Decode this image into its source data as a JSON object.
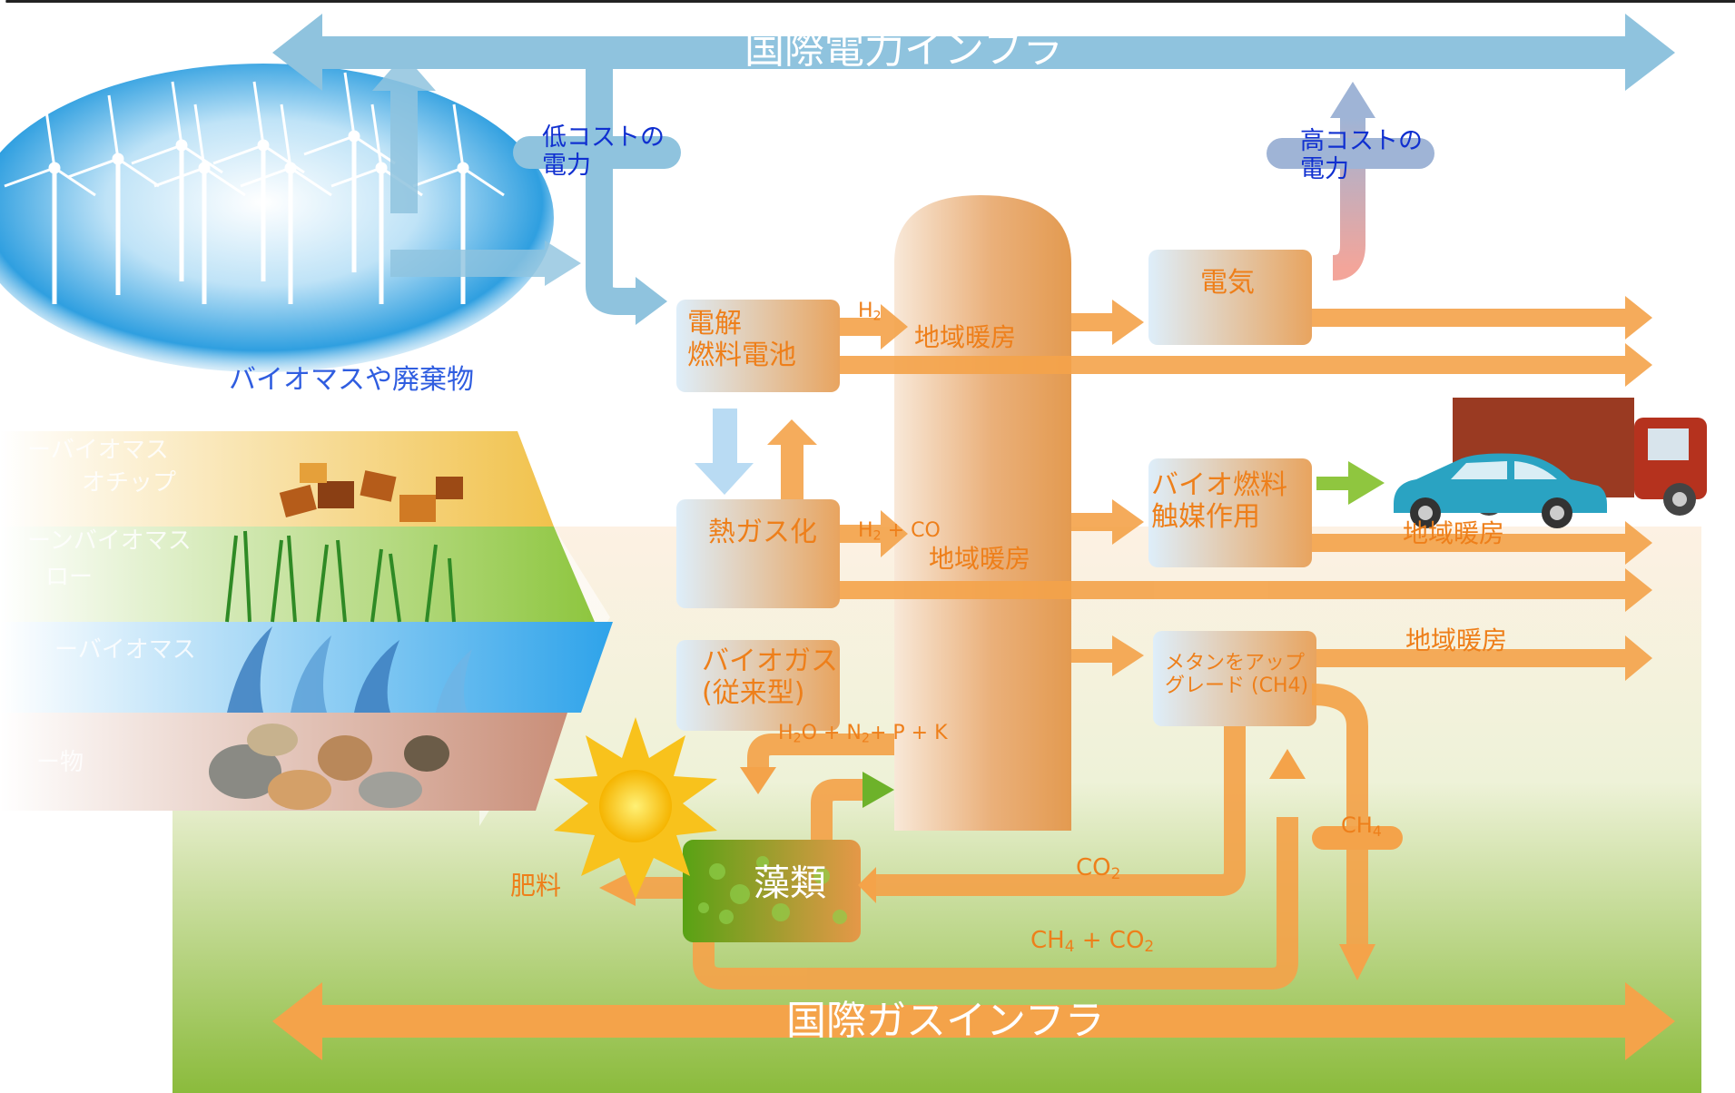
{
  "top_infra": "国際電力インフラ",
  "bottom_infra": "国際ガスインフラ",
  "low_cost_power": [
    "低コストの",
    "電力"
  ],
  "high_cost_power": [
    "高コストの",
    "電力"
  ],
  "biomass_title": "バイオマスや廃棄物",
  "biomass_rows": [
    "ーバイオマス",
    "ーンバイオマス",
    "ーバイオマス",
    "ー物"
  ],
  "biomass_rows_2": [
    "オチップ",
    "ロー"
  ],
  "boxes": {
    "electrolysis": [
      "電解",
      "燃料電池"
    ],
    "gasification": "熱ガス化",
    "biogas": [
      "バイオガス",
      "(従来型)"
    ],
    "electricity": "電気",
    "biofuel": [
      "バイオ燃料",
      "触媒作用"
    ],
    "methane": [
      "メタンをアップ",
      "グレード (CH4)"
    ],
    "algae": "藻類"
  },
  "flows": {
    "h2": "H",
    "h2_sub": "2",
    "h2co_a": "H",
    "h2co_sub": "2",
    "h2co_b": " + CO",
    "nutrients": [
      "H",
      "2",
      "O + N",
      "2",
      "+ P + K"
    ],
    "co2": "CO",
    "co2_sub": "2",
    "ch4co2": [
      "CH",
      "4",
      " + CO",
      "2"
    ],
    "ch4": "CH",
    "ch4_sub": "4"
  },
  "district_heating": [
    "地域暖房",
    "地域暖房",
    "地域暖房",
    "地域暖房"
  ],
  "fertilizer": "肥料",
  "colors": {
    "blue_arrow": "#8fc3de",
    "orange_arrow": "#f4a34a",
    "green_bg": "#8bbb3c",
    "column": "#e9a35e",
    "algae_green": "#5fa418"
  }
}
